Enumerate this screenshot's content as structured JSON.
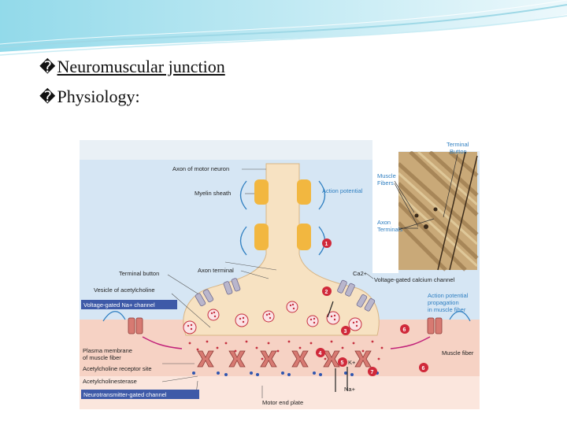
{
  "slide": {
    "bullet_mark": "�",
    "line1": "Neuromuscular junction",
    "line2": "Physiology:"
  },
  "diagram": {
    "labels": {
      "axon_of_motor_neuron": "Axon of motor neuron",
      "myelin_sheath": "Myelin sheath",
      "action_potential": "Action potential",
      "axon_terminal": "Axon terminal",
      "terminal_button": "Terminal button",
      "vesicle_of_acetylcholine": "Vesicle of acetylcholine",
      "voltage_gated_na_channel": "Voltage-gated Na+ channel",
      "plasma_membrane_1": "Plasma membrane",
      "plasma_membrane_2": "of muscle fiber",
      "ach_receptor_site": "Acetylcholine receptor site",
      "acetylcholinesterase": "Acetylcholinesterase",
      "neurotransmitter_gated_channel": "Neurotransmitter-gated channel",
      "motor_end_plate": "Motor end plate",
      "ca2": "Ca2+",
      "voltage_gated_calcium_channel": "Voltage-gated calcium channel",
      "ap_propagation_1": "Action potential",
      "ap_propagation_2": "propagation",
      "ap_propagation_3": "in muscle fiber",
      "muscle_fiber": "Muscle fiber",
      "k_plus": "K+",
      "na_plus": "Na+",
      "photo_terminal_button_1": "Terminal",
      "photo_terminal_button_2": "Button",
      "photo_muscle_fibers_1": "Muscle",
      "photo_muscle_fibers_2": "Fibers",
      "photo_axon_terminals_1": "Axon",
      "photo_axon_terminals_2": "Terminals"
    },
    "steps": [
      "1",
      "2",
      "3",
      "4",
      "5",
      "6",
      "6",
      "7"
    ],
    "colors": {
      "extracellular": "#d6e6f4",
      "muscle": "#f6d2c4",
      "neuron": "#f7e2c2",
      "myelin": "#f2b740",
      "step_marker": "#d0293a",
      "label_box": "#3e5aa8",
      "accent_blue": "#2f7fc1"
    }
  }
}
